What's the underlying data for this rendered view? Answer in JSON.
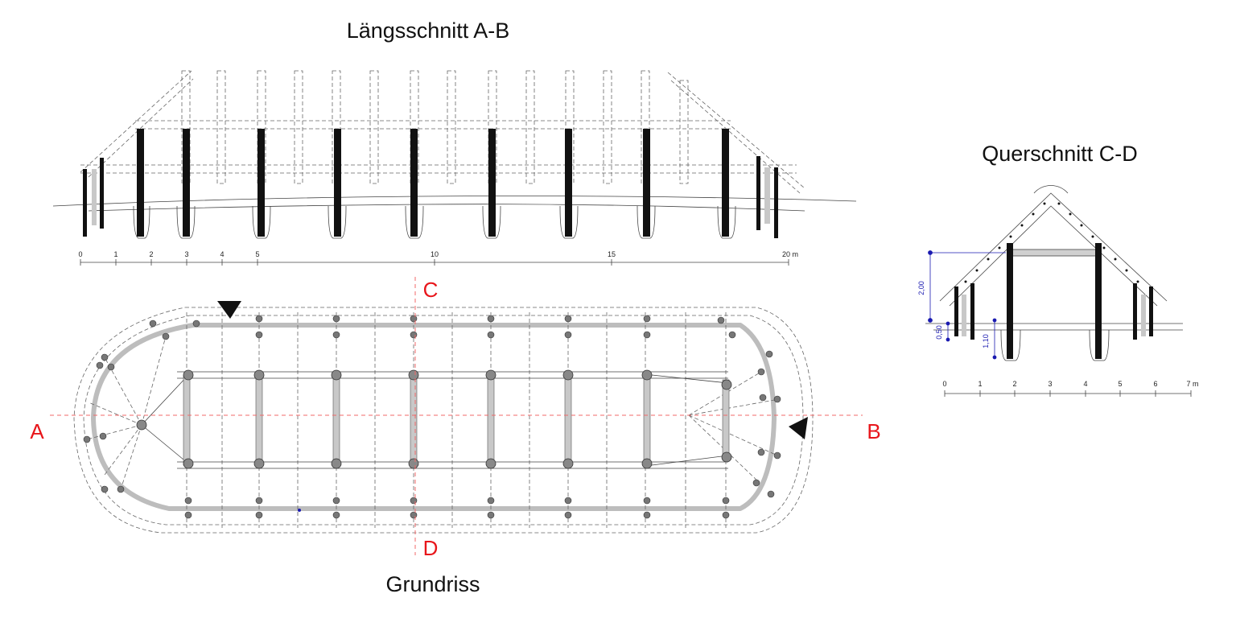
{
  "titles": {
    "longitudinal": "Längsschnitt A-B",
    "cross": "Querschnitt C-D",
    "plan": "Grundriss"
  },
  "section_markers": {
    "a": "A",
    "b": "B",
    "c": "C",
    "d": "D"
  },
  "scale_long": {
    "ticks": [
      "0",
      "1",
      "2",
      "3",
      "4",
      "5",
      "10",
      "15",
      "20 m"
    ]
  },
  "scale_cross": {
    "ticks": [
      "0",
      "1",
      "2",
      "3",
      "4",
      "5",
      "6",
      "7 m"
    ]
  },
  "dimensions": {
    "h1": "2,00",
    "h2": "0,50",
    "h3": "1,10"
  },
  "colors": {
    "marker": "#e8161b",
    "dimension": "#1a1ab0",
    "grey_wall": "#bdbdbd",
    "ink": "#111111"
  }
}
